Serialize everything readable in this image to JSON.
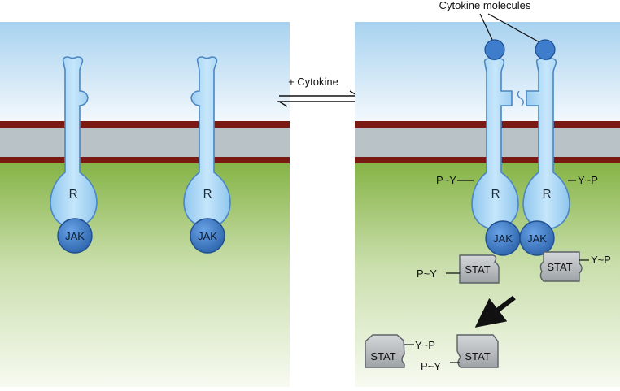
{
  "labels": {
    "reaction": "+ Cytokine",
    "cytokine_molecules": "Cytokine molecules",
    "receptor": "R",
    "jak": "JAK",
    "stat": "STAT",
    "phospho_left": "P~Y",
    "phospho_right": "Y~P"
  },
  "colors": {
    "sky_top": "#a8d2ef",
    "membrane_red": "#7a1a12",
    "membrane_gray": "#b9c2c6",
    "cyto_green": "#8ab54a",
    "receptor_fill": "#a9d6f5",
    "receptor_stroke": "#4a87c4",
    "jak_fill": "#3f7fcc",
    "cytokine_fill": "#3d7dcb",
    "stat_fill": "#b8bcbf",
    "stat_stroke": "#5b6166"
  }
}
